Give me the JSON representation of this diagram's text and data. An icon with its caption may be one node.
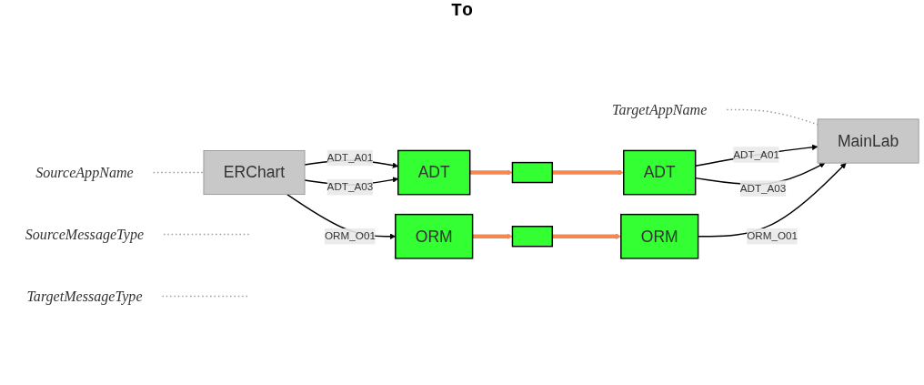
{
  "diagram": {
    "nodes": [
      {
        "text": [
          "SourceAppName"
        ]
      },
      {
        "text": [
          "SourceMessageType"
        ]
      },
      {
        "text": [
          "TargetAppName"
        ]
      },
      {
        "text": [
          "TargetMessageType"
        ]
      },
      {
        "text": [
          "ERChart"
        ]
      },
      {
        "text": [
          "ADT"
        ]
      },
      {
        "text": [],
        "shape": "box"
      },
      {
        "text": [
          "ADT"
        ]
      },
      {
        "text": [
          "ORM"
        ]
      },
      {
        "text": [],
        "shape": "box"
      },
      {
        "text": [
          "ORM"
        ]
      },
      {
        "text": [
          "MainLab"
        ]
      }
    ],
    "edges": [
      {
        "from": 0,
        "to": 4,
        "arrow": "none",
        "style": "dashed",
        "color": "#999999"
      },
      {
        "from": 1,
        "to": null,
        "arrow": "none",
        "style": "dashed",
        "color": "#999999"
      },
      {
        "from": 2,
        "to": 11,
        "arrow": "none",
        "style": "dashed",
        "color": "#999999"
      },
      {
        "from": 3,
        "to": null,
        "arrow": "none",
        "style": "dashed",
        "color": "#999999"
      },
      {
        "from": 4,
        "to": 5,
        "label": "ADT_A01",
        "arrow": "to"
      },
      {
        "from": 4,
        "to": 5,
        "label": "ADT_A03",
        "arrow": "to"
      },
      {
        "from": 4,
        "to": 8,
        "label": "ORM_O01",
        "arrow": "to"
      },
      {
        "from": 5,
        "to": 6,
        "arrow": "to",
        "style": "thick",
        "color": "#f4884f"
      },
      {
        "from": 6,
        "to": 7,
        "arrow": "to",
        "style": "thick",
        "color": "#f4884f"
      },
      {
        "from": 8,
        "to": 9,
        "arrow": "to",
        "style": "thick",
        "color": "#f4884f"
      },
      {
        "from": 9,
        "to": 10,
        "arrow": "to",
        "style": "thick",
        "color": "#f4884f"
      },
      {
        "from": 7,
        "to": 11,
        "label": "ADT_A01",
        "arrow": "to"
      },
      {
        "from": 7,
        "to": 11,
        "label": "ADT_A03",
        "arrow": "to"
      },
      {
        "from": 10,
        "to": 11,
        "label": "ORM_O01",
        "arrow": "to"
      }
    ],
    "labels": [
      "To"
    ]
  }
}
